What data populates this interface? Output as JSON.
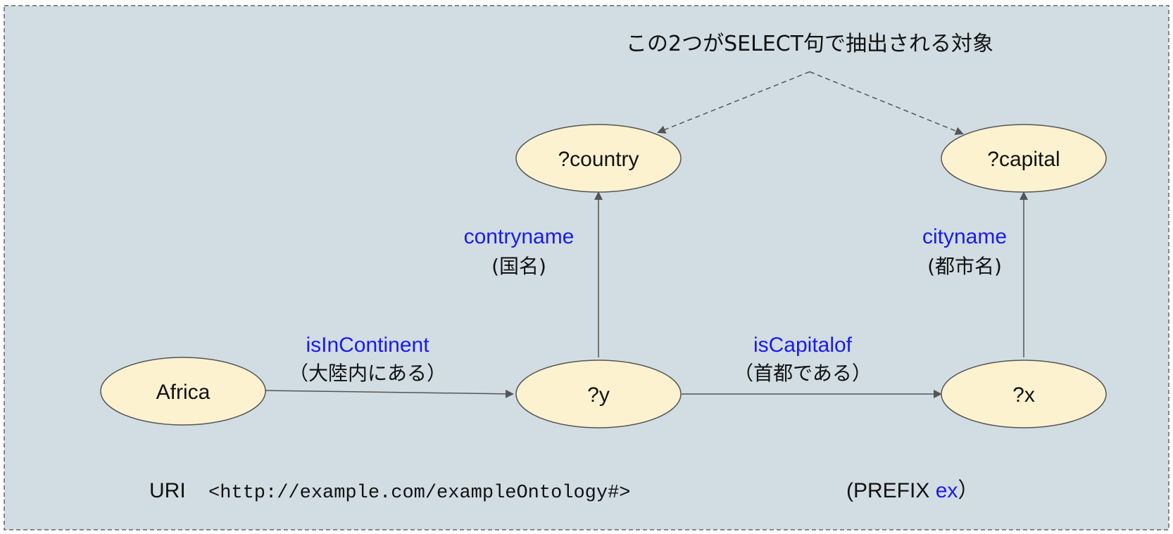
{
  "annotation": "この2つがSELECT句で抽出される対象",
  "nodes": {
    "africa": "Africa",
    "y": "?y",
    "x": "?x",
    "country": "?country",
    "capital": "?capital"
  },
  "edges": {
    "is_in_continent": {
      "predicate": "isInContinent",
      "meaning": "（大陸内にある）"
    },
    "is_capital_of": {
      "predicate": "isCapitalof",
      "meaning": "（首都である）"
    },
    "contryname": {
      "predicate": "contryname",
      "meaning": "(国名)"
    },
    "cityname": {
      "predicate": "cityname",
      "meaning": "(都市名)"
    }
  },
  "footer": {
    "uri_label": "URI",
    "uri_value": "<http://example.com/exampleOntology#>",
    "prefix_open": "(PREFIX ",
    "prefix_name": "ex",
    "prefix_close": "）"
  },
  "colors": {
    "background": "#d1dde2",
    "node_fill": "#fdf2cf",
    "predicate_text": "#1a1aee"
  }
}
